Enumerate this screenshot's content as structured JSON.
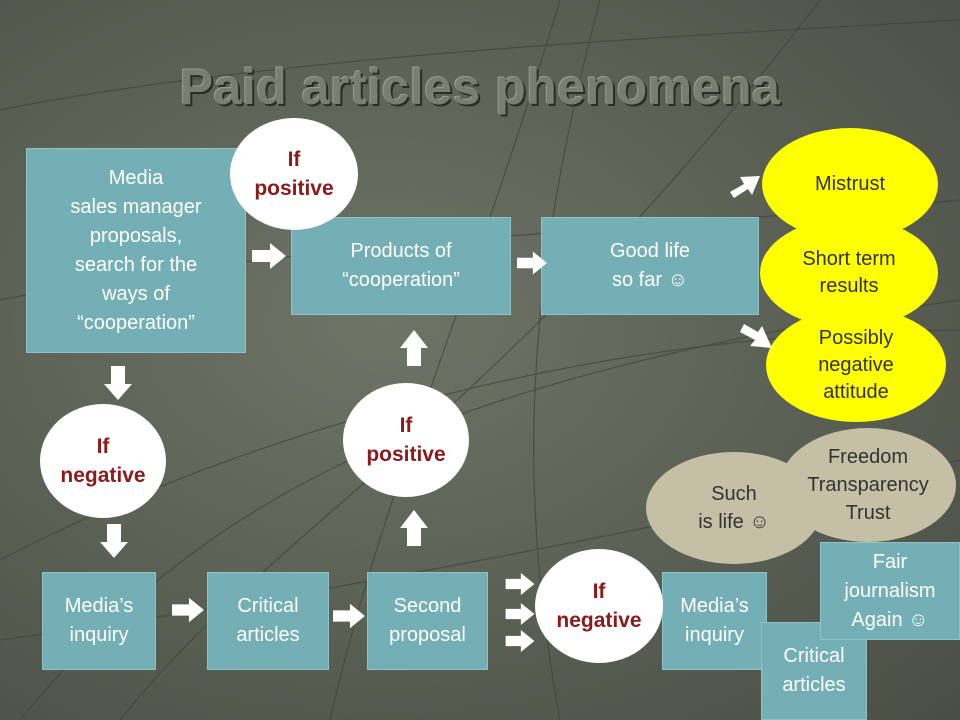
{
  "title": "Paid articles phenomena",
  "boxes": {
    "media_sales": "Media\nsales manager\nproposals,\nsearch for the\nways of\n“cooperation”",
    "products": "Products of\n“cooperation”",
    "good_life": "Good life\nso far ☺",
    "media_inquiry_1": "Media’s\ninquiry",
    "critical_articles_1": "Critical\narticles",
    "second_proposal": "Second\nproposal",
    "media_inquiry_2": "Media’s\ninquiry",
    "critical_articles_2": "Critical\narticles",
    "fair_journalism": "Fair\njournalism\nAgain ☺"
  },
  "conditions": {
    "if_positive_top": "If\npositive",
    "if_negative_left": "If\nnegative",
    "if_positive_middle": "If\npositive",
    "if_negative_bottom": "If\nnegative"
  },
  "outcomes": {
    "mistrust": "Mistrust",
    "short_term": "Short term\nresults",
    "possibly_negative": "Possibly\nnegative\nattitude",
    "such_is_life": "Such\nis life ☺",
    "freedom": "Freedom\nTransparency\nTrust"
  },
  "colors": {
    "box": "#74afb5",
    "condition_text": "#8b1a1a",
    "outcome_positive": "#ffff00",
    "outcome_neutral": "#c5c0a5"
  }
}
